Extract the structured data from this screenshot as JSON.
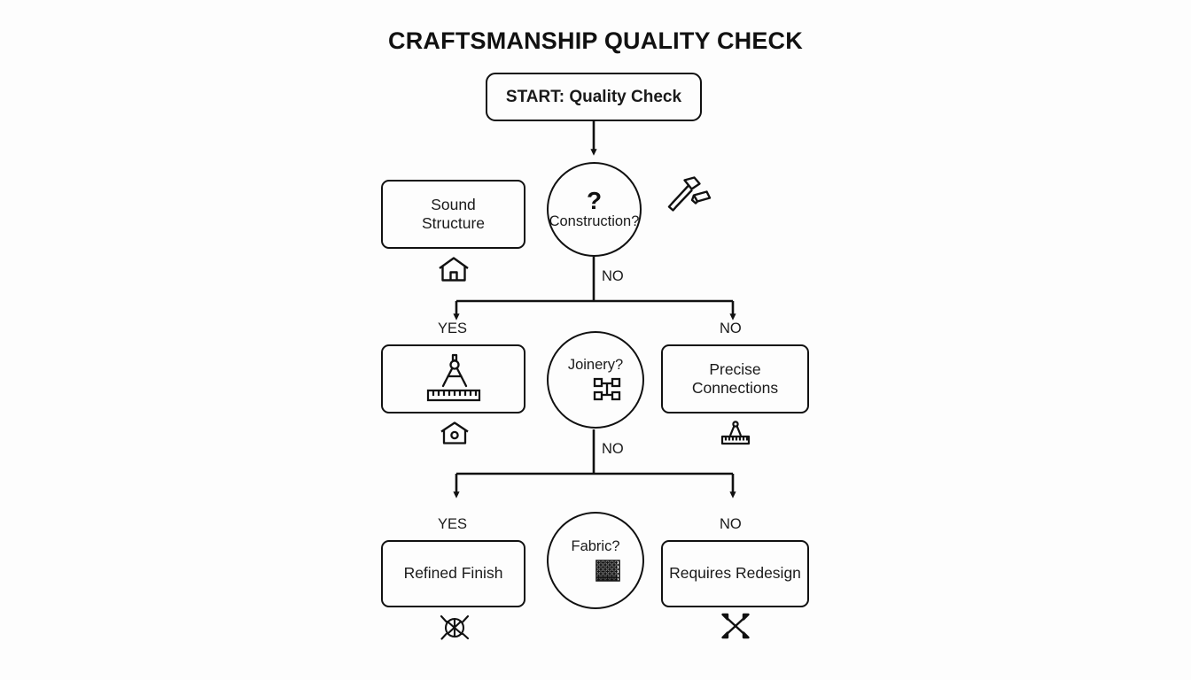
{
  "title": "CRAFTSMANSHIP QUALITY CHECK",
  "theme": {
    "background": "#fdfdfd",
    "stroke": "#111111",
    "text": "#1a1a1a"
  },
  "nodes": {
    "start": {
      "label": "START: Quality Check",
      "shape": "rounded-rect"
    },
    "decision1": {
      "marker": "?",
      "label": "Construction?",
      "shape": "circle"
    },
    "outcome1_yes": {
      "label": "Sound\nStructure",
      "shape": "rounded-rect"
    },
    "decision2": {
      "marker": "",
      "label": "Joinery?",
      "shape": "circle"
    },
    "outcome2_yes": {
      "label": "",
      "shape": "rounded-rect"
    },
    "outcome2_no": {
      "label": "Precise\nConnections",
      "shape": "rounded-rect"
    },
    "decision3": {
      "marker": "",
      "label": "Fabric?",
      "shape": "circle"
    },
    "outcome3_yes": {
      "label": "Refined Finish",
      "shape": "rounded-rect"
    },
    "outcome3_no": {
      "label": "Requires Redesign",
      "shape": "rounded-rect"
    }
  },
  "edges": {
    "d1_no_stem": "NO",
    "d1_yes": "YES",
    "d1_no": "NO",
    "d2_no_stem": "NO",
    "d2_yes": "YES",
    "d2_no": "NO"
  },
  "icons": {
    "hammer_block": "hammer-icon",
    "house": "house-icon",
    "compass": "compass-icon",
    "ruler": "ruler-icon",
    "house_window": "house-window-icon",
    "joint": "joint-icon",
    "compass_ruler": "compass-ruler-icon",
    "fabric": "fabric-swatch-icon",
    "yarn": "yarn-ball-icon",
    "tools": "hammer-wrench-icon"
  }
}
